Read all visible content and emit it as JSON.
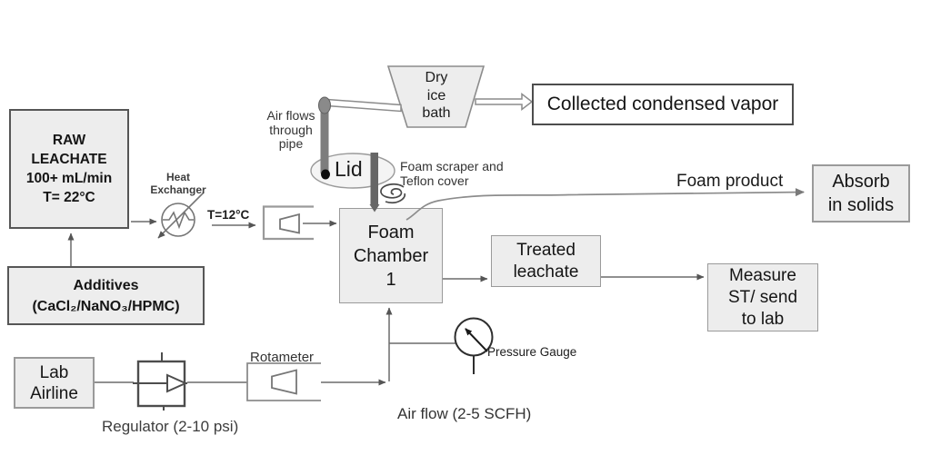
{
  "diagram": {
    "title_hint": "Foam fractionation leachate treatment process flow diagram",
    "boxes": {
      "raw_leachate": {
        "lines": [
          "RAW",
          "LEACHATE",
          "100+ mL/min",
          "T= 22°C"
        ]
      },
      "additives": {
        "lines": [
          "Additives",
          "(CaCl₂/NaNO₃/HPMC)"
        ]
      },
      "lab_airline": {
        "lines": [
          "Lab",
          "Airline"
        ]
      },
      "foam_chamber": {
        "lines": [
          "Foam",
          "Chamber",
          "1"
        ]
      },
      "treated_leachate": {
        "lines": [
          "Treated",
          "leachate"
        ]
      },
      "measure_st": {
        "lines": [
          "Measure",
          "ST/ send",
          "to lab"
        ]
      },
      "absorb_solids": {
        "lines": [
          "Absorb",
          "in solids"
        ]
      },
      "collected_vapor": {
        "label": "Collected condensed vapor"
      },
      "dry_ice_bath": {
        "lines": [
          "Dry",
          "ice",
          "bath"
        ]
      }
    },
    "labels": {
      "heat_exchanger": {
        "lines": [
          "Heat",
          "Exchanger"
        ]
      },
      "t12": "T=12°C",
      "air_flows": {
        "lines": [
          "Air flows",
          "through",
          "pipe"
        ]
      },
      "lid": "Lid",
      "foam_scraper": {
        "lines": [
          "Foam scraper and",
          "Teflon cover"
        ]
      },
      "foam_product": "Foam product",
      "rotameter": "Rotameter",
      "regulator": "Regulator (2-10 psi)",
      "pressure_gauge": "Pressure Gauge",
      "air_flow": "Air flow (2-5 SCFH)"
    },
    "icons": {
      "heat-exchanger-icon": "circle with zigzag coil and diagonal arrow",
      "regulator-icon": "square valve with right-pointing triangle and through-line",
      "rotameter-icon": "open tube with trapezoid float",
      "flow-cell-icon": "open tube with trapezoid float",
      "pressure-gauge-icon": "dial circle with needle arrow and stem",
      "dry-ice-bath-icon": "inverted trapezoid vessel",
      "lid-icon": "ellipse lid with inlet dot",
      "pipe-icon": "gray vertical pipe with hollow horizontal duct",
      "scraper-icon": "dark rod with spiral scraper",
      "vapor-arrow-icon": "hollow double-line arrow"
    },
    "connections": [
      {
        "from": "RAW LEACHATE",
        "to": "Heat Exchanger"
      },
      {
        "from": "Heat Exchanger",
        "to": "Flow cell",
        "label": "T=12°C"
      },
      {
        "from": "Flow cell",
        "to": "Foam Chamber 1"
      },
      {
        "from": "Additives",
        "to": "RAW LEACHATE"
      },
      {
        "from": "Foam Chamber 1",
        "to": "Treated leachate"
      },
      {
        "from": "Treated leachate",
        "to": "Measure ST/ send to lab"
      },
      {
        "from": "Foam Chamber 1",
        "to": "Absorb in solids",
        "label": "Foam product"
      },
      {
        "from": "Dry ice bath",
        "to": "Collected condensed vapor"
      },
      {
        "from": "Lab Airline",
        "to": "Regulator (2-10 psi)"
      },
      {
        "from": "Regulator (2-10 psi)",
        "to": "Rotameter"
      },
      {
        "from": "Rotameter",
        "to": "Foam Chamber 1",
        "label": "Air flow (2-5 SCFH)"
      },
      {
        "from": "Air line riser",
        "to": "Pressure Gauge"
      }
    ],
    "colors": {
      "background": "#ffffff",
      "box_fill": "#ededed",
      "box_border": "#9a9a9a",
      "dark_border": "#565656",
      "line": "#6b6b6b",
      "arrowhead": "#555555",
      "pipe_gray": "#7d7d7d",
      "scraper_gray": "#666666",
      "text": "#1a1a1a"
    }
  }
}
